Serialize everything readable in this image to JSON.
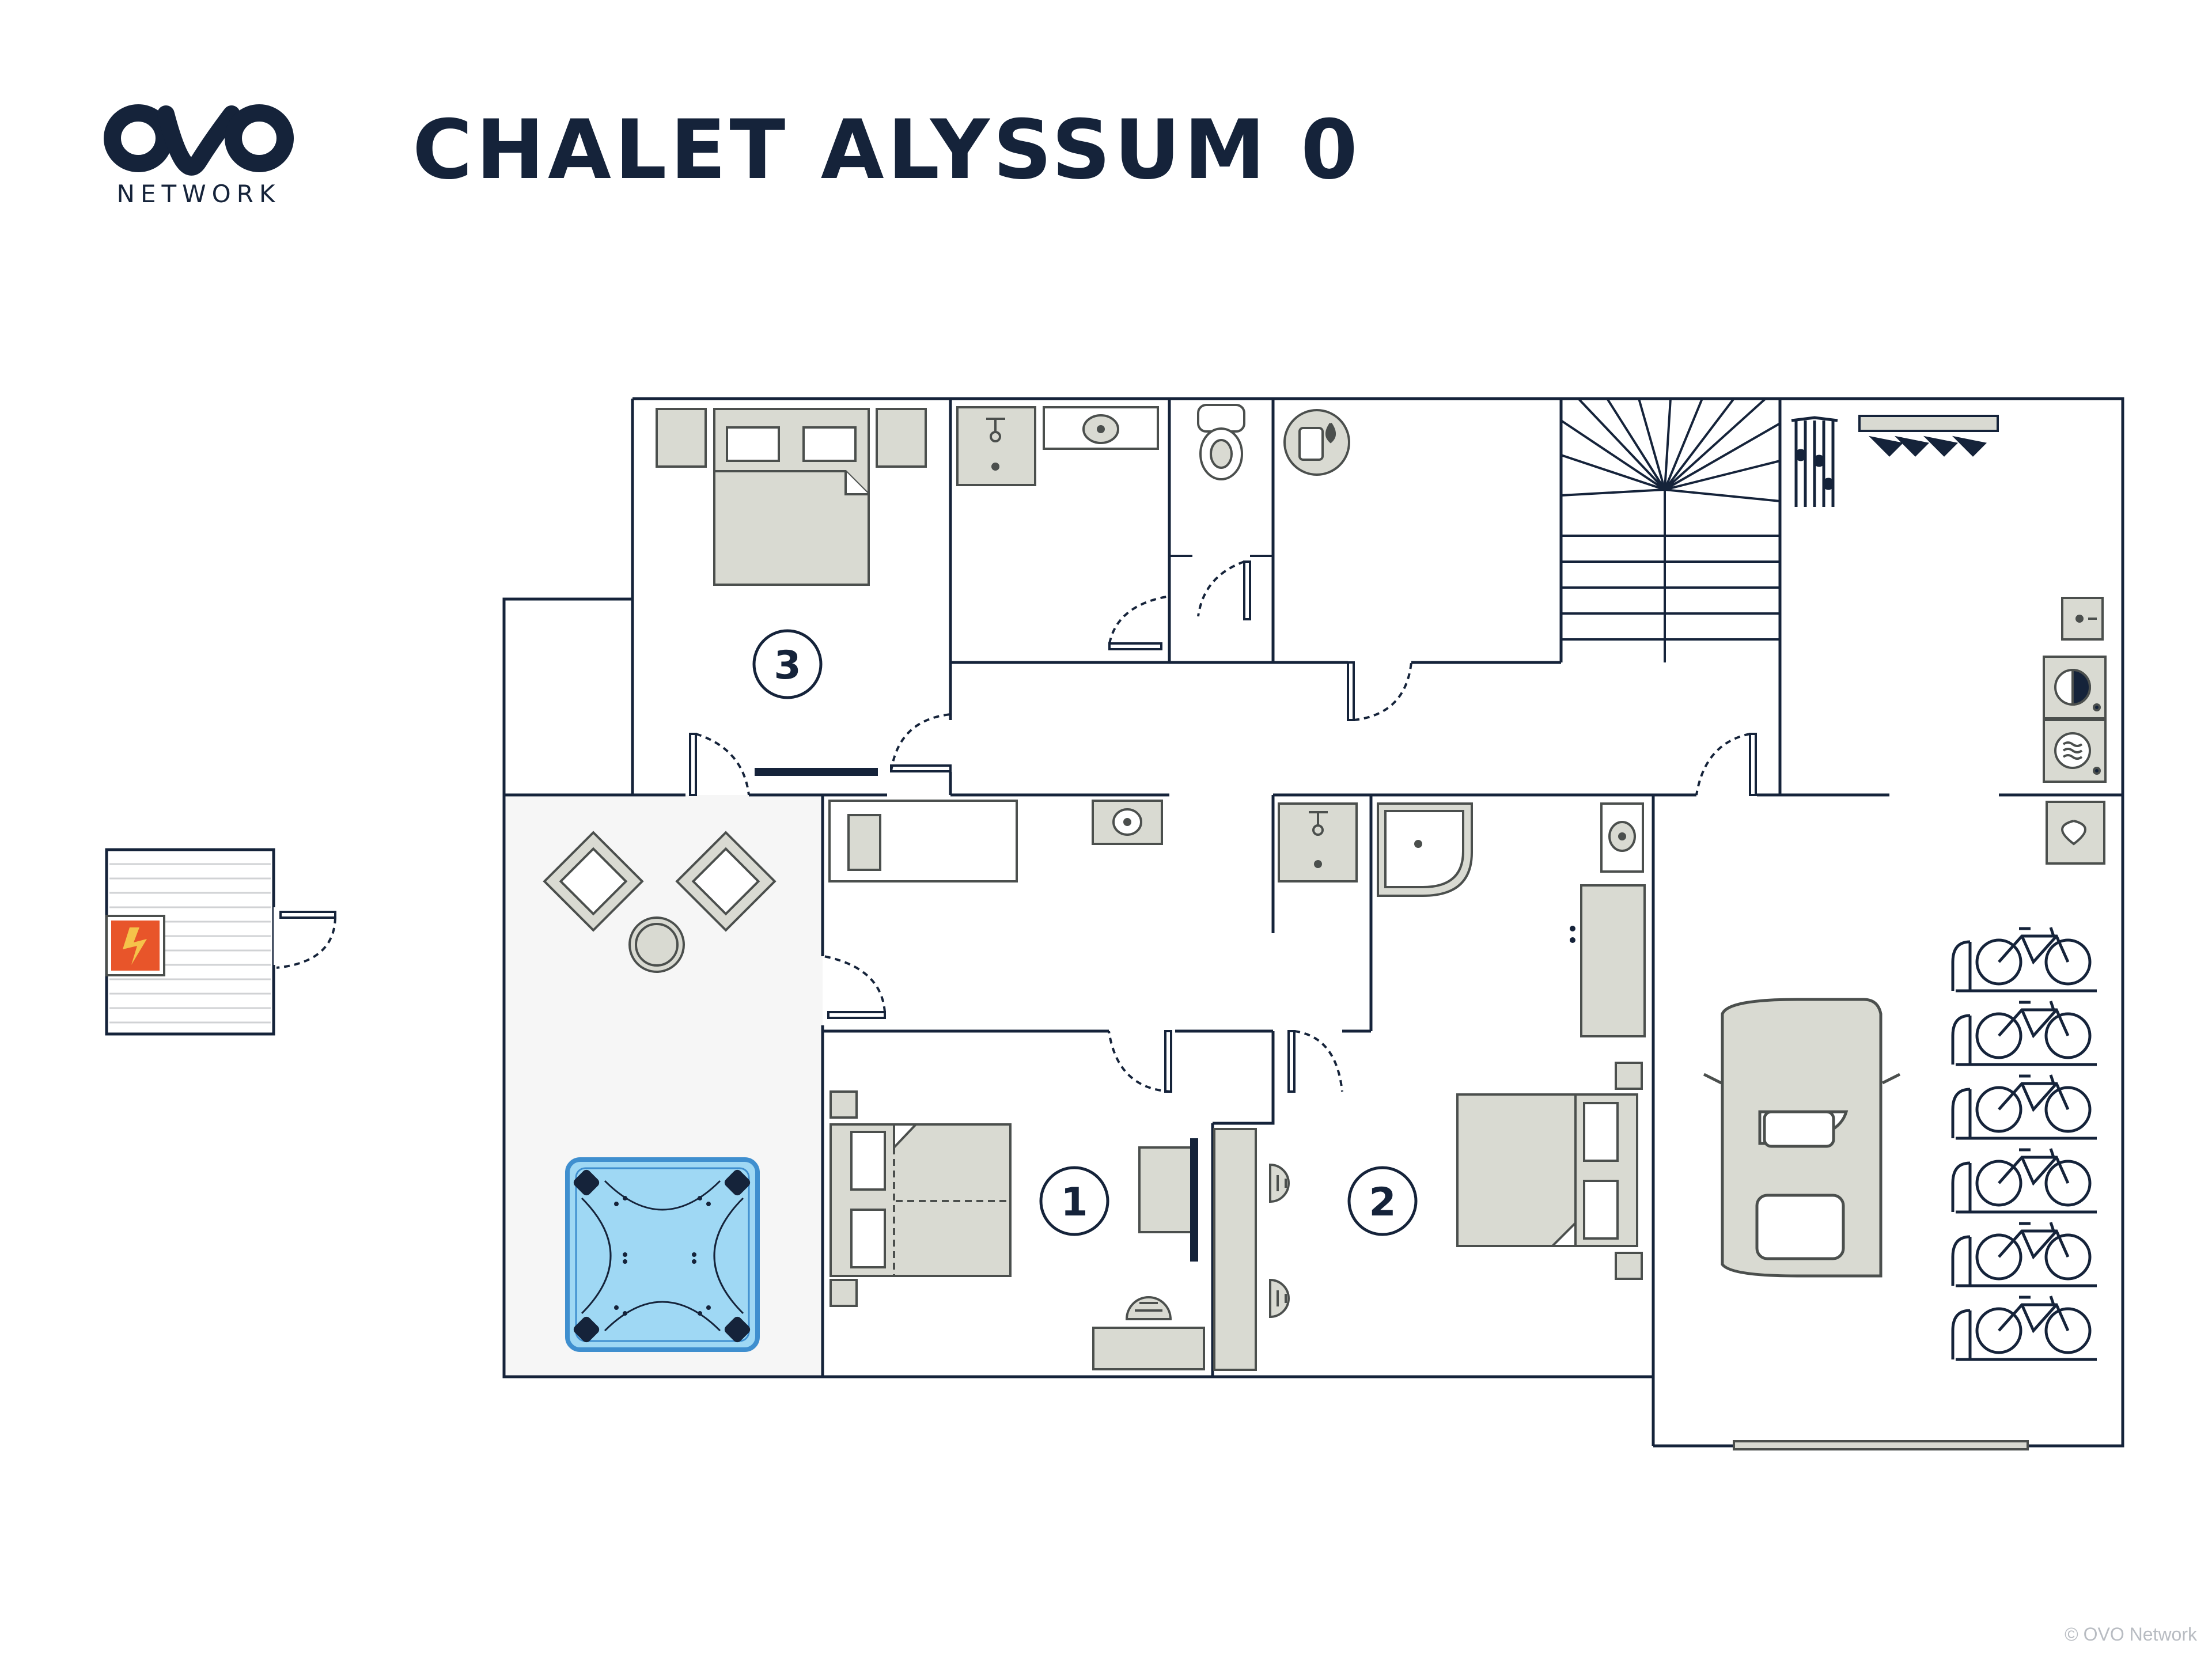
{
  "brand": {
    "subtitle": "NETWORK"
  },
  "title": "CHALET ALYSSUM 0",
  "rooms": [
    {
      "number": "1"
    },
    {
      "number": "2"
    },
    {
      "number": "3"
    }
  ],
  "copyright": "© OVO Network",
  "colors": {
    "wall": "#15233a",
    "furniture": "#d9dad2",
    "furniture_stroke": "#4b4f4d",
    "terrace": "#f6f6f6",
    "spa_water": "#9fd8f4",
    "spa_edge": "#3f8fcf",
    "electric_panel": "#e8552a"
  },
  "icons": [
    "ovo-logo-icon",
    "bed-icon",
    "sink-icon",
    "toilet-icon",
    "boiler-icon",
    "staircase-icon",
    "ski-rack-icon",
    "boot-dryer-icon",
    "washing-machine-icon",
    "dryer-icon",
    "water-heater-icon",
    "shower-icon",
    "armchair-icon",
    "coffee-table-icon",
    "jacuzzi-icon",
    "desk-icon",
    "tv-icon",
    "car-icon",
    "bicycle-icon",
    "electric-panel-icon",
    "door-icon",
    "garage-door-icon"
  ]
}
